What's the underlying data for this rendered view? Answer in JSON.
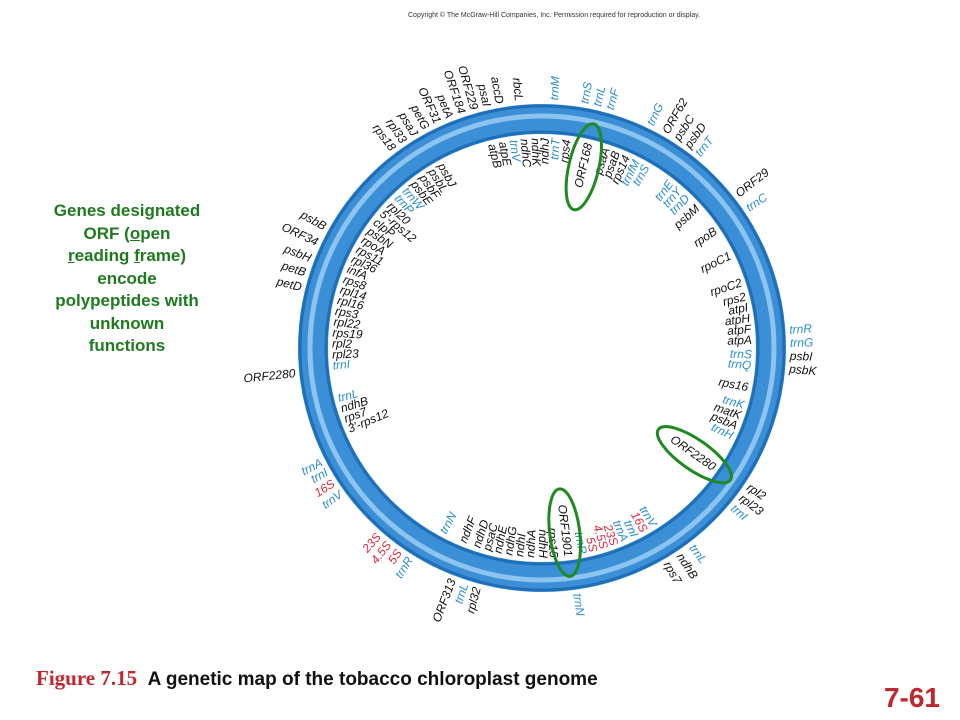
{
  "copyright": "Copyright © The McGraw-Hill Companies, Inc. Permission required for reproduction or display.",
  "callout": {
    "lines": [
      [
        {
          "t": "Genes designated"
        }
      ],
      [
        {
          "t": "ORF ("
        },
        {
          "t": "o",
          "u": true
        },
        {
          "t": "pen"
        }
      ],
      [
        {
          "t": "r",
          "u": true
        },
        {
          "t": "eading "
        },
        {
          "t": "f",
          "u": true
        },
        {
          "t": "rame)"
        }
      ],
      [
        {
          "t": "encode"
        }
      ],
      [
        {
          "t": "polypeptides with"
        }
      ],
      [
        {
          "t": "unknown"
        }
      ],
      [
        {
          "t": "functions"
        }
      ]
    ]
  },
  "colors": {
    "ring": "#3a8fd6",
    "ring_dark": "#1f6fb8",
    "ring_light": "#8cc4ef",
    "black": "#111111",
    "blue": "#2a8fd0",
    "red": "#e0283c",
    "green": "#1f8a1f"
  },
  "outer_genes": [
    {
      "label": "rbcL",
      "c": "black",
      "a": -95.5
    },
    {
      "label": "accD",
      "c": "black",
      "a": -100
    },
    {
      "label": "psaI",
      "c": "black",
      "a": -103
    },
    {
      "label": "ORF229",
      "c": "black",
      "a": -106
    },
    {
      "label": "ORF184",
      "c": "black",
      "a": -109
    },
    {
      "label": "petA",
      "c": "black",
      "a": -112
    },
    {
      "label": "ORF31",
      "c": "black",
      "a": -115
    },
    {
      "label": "petG",
      "c": "black",
      "a": -118
    },
    {
      "label": "psaJ",
      "c": "black",
      "a": -121
    },
    {
      "label": "rpl33",
      "c": "black",
      "a": -124
    },
    {
      "label": "rps18",
      "c": "black",
      "a": -127
    },
    {
      "label": "trnM",
      "c": "blue",
      "a": -87
    },
    {
      "label": "trnS",
      "c": "blue",
      "a": -80
    },
    {
      "label": "trnL",
      "c": "blue",
      "a": -77
    },
    {
      "label": "trnF",
      "c": "blue",
      "a": -74
    },
    {
      "label": "trnG",
      "c": "blue",
      "a": -64
    },
    {
      "label": "ORF62",
      "c": "black",
      "a": -60
    },
    {
      "label": "psbC",
      "c": "black",
      "a": -57
    },
    {
      "label": "psbD",
      "c": "black",
      "a": -54
    },
    {
      "label": "trnT",
      "c": "blue",
      "a": -51
    },
    {
      "label": "ORF29",
      "c": "black",
      "a": -38
    },
    {
      "label": "trnC",
      "c": "blue",
      "a": -34
    },
    {
      "label": "psbB",
      "c": "black",
      "a": -151
    },
    {
      "label": "ORF34",
      "c": "black",
      "a": -155
    },
    {
      "label": "psbH",
      "c": "black",
      "a": -159
    },
    {
      "label": "petB",
      "c": "black",
      "a": -162.5
    },
    {
      "label": "petD",
      "c": "black",
      "a": -166
    },
    {
      "label": "ORF2280",
      "c": "black",
      "a": -186
    },
    {
      "label": "trnR",
      "c": "blue",
      "a": -4
    },
    {
      "label": "trnG",
      "c": "blue",
      "a": -1
    },
    {
      "label": "psbI",
      "c": "black",
      "a": 2
    },
    {
      "label": "psbK",
      "c": "black",
      "a": 5
    },
    {
      "label": "rpl2",
      "c": "black",
      "a": 34
    },
    {
      "label": "rpl23",
      "c": "black",
      "a": 37
    },
    {
      "label": "trnI",
      "c": "blue",
      "a": 40
    },
    {
      "label": "trnL",
      "c": "blue",
      "a": 53
    },
    {
      "label": "ndhB",
      "c": "black",
      "a": 56.5
    },
    {
      "label": "rps7",
      "c": "black",
      "a": 60
    },
    {
      "label": "trnN",
      "c": "blue",
      "a": 82
    },
    {
      "label": "rpl32",
      "c": "black",
      "a": 105
    },
    {
      "label": "trnL",
      "c": "blue",
      "a": 108
    },
    {
      "label": "ORF313",
      "c": "black",
      "a": 111
    },
    {
      "label": "trnV",
      "c": "blue",
      "a": 144
    },
    {
      "label": "16S",
      "c": "red",
      "a": 147
    },
    {
      "label": "trnI",
      "c": "blue",
      "a": 150
    },
    {
      "label": "trnA",
      "c": "blue",
      "a": 152.5
    },
    {
      "label": "23S",
      "c": "red",
      "a": 131
    },
    {
      "label": "4.5S",
      "c": "red",
      "a": 128
    },
    {
      "label": "5S",
      "c": "red",
      "a": 125
    },
    {
      "label": "trnR",
      "c": "blue",
      "a": 122
    }
  ],
  "inner_genes": [
    {
      "label": "rps4",
      "c": "black",
      "a": -83
    },
    {
      "label": "trnT",
      "c": "blue",
      "a": -86
    },
    {
      "label": "ndhJ",
      "c": "black",
      "a": -89
    },
    {
      "label": "ndhK",
      "c": "black",
      "a": -92
    },
    {
      "label": "ndhC",
      "c": "black",
      "a": -95
    },
    {
      "label": "trnV",
      "c": "blue",
      "a": -98
    },
    {
      "label": "atpE",
      "c": "black",
      "a": -101
    },
    {
      "label": "atpB",
      "c": "black",
      "a": -104
    },
    {
      "label": "psaA",
      "c": "black",
      "a": -72
    },
    {
      "label": "psaB",
      "c": "black",
      "a": -69
    },
    {
      "label": "rps14",
      "c": "black",
      "a": -66
    },
    {
      "label": "trnfM",
      "c": "blue",
      "a": -63
    },
    {
      "label": "trnS",
      "c": "blue",
      "a": -60
    },
    {
      "label": "trnE",
      "c": "blue",
      "a": -52
    },
    {
      "label": "trnY",
      "c": "blue",
      "a": -49
    },
    {
      "label": "trnD",
      "c": "blue",
      "a": -46
    },
    {
      "label": "psbM",
      "c": "black",
      "a": -42
    },
    {
      "label": "rpoB",
      "c": "black",
      "a": -34
    },
    {
      "label": "rpoC1",
      "c": "black",
      "a": -26
    },
    {
      "label": "rpoC2",
      "c": "black",
      "a": -18
    },
    {
      "label": "rps2",
      "c": "black",
      "a": -14
    },
    {
      "label": "atpI",
      "c": "black",
      "a": -11
    },
    {
      "label": "atpH",
      "c": "black",
      "a": -8
    },
    {
      "label": "atpF",
      "c": "black",
      "a": -5
    },
    {
      "label": "atpA",
      "c": "black",
      "a": -2
    },
    {
      "label": "trnS",
      "c": "blue",
      "a": 2
    },
    {
      "label": "trnQ",
      "c": "blue",
      "a": 5
    },
    {
      "label": "rps16",
      "c": "black",
      "a": 11
    },
    {
      "label": "trnK",
      "c": "blue",
      "a": 16
    },
    {
      "label": "matK",
      "c": "black",
      "a": 19
    },
    {
      "label": "psbA",
      "c": "black",
      "a": 22
    },
    {
      "label": "trnH",
      "c": "blue",
      "a": 25
    },
    {
      "label": "psbJ",
      "c": "black",
      "a": -119
    },
    {
      "label": "psbL",
      "c": "black",
      "a": -122
    },
    {
      "label": "psbF",
      "c": "black",
      "a": -125
    },
    {
      "label": "psbE",
      "c": "black",
      "a": -128
    },
    {
      "label": "trnW",
      "c": "blue",
      "a": -131
    },
    {
      "label": "trnP",
      "c": "blue",
      "a": -134
    },
    {
      "label": "rpl20",
      "c": "black",
      "a": -137
    },
    {
      "label": "5'-rps12",
      "c": "black",
      "a": -140
    },
    {
      "label": "clpP",
      "c": "black",
      "a": -143
    },
    {
      "label": "psbN",
      "c": "black",
      "a": -146
    },
    {
      "label": "rpoA",
      "c": "black",
      "a": -149
    },
    {
      "label": "rps11",
      "c": "black",
      "a": -152
    },
    {
      "label": "rpl36",
      "c": "black",
      "a": -155
    },
    {
      "label": "infA",
      "c": "black",
      "a": -158
    },
    {
      "label": "rps8",
      "c": "black",
      "a": -161
    },
    {
      "label": "rpl14",
      "c": "black",
      "a": -164
    },
    {
      "label": "rpl16",
      "c": "black",
      "a": -167
    },
    {
      "label": "rps3",
      "c": "black",
      "a": -170
    },
    {
      "label": "rpl22",
      "c": "black",
      "a": -173
    },
    {
      "label": "rps19",
      "c": "black",
      "a": -176
    },
    {
      "label": "rpl2",
      "c": "black",
      "a": -179
    },
    {
      "label": "rpl23",
      "c": "black",
      "a": 178
    },
    {
      "label": "trnI",
      "c": "blue",
      "a": 175
    },
    {
      "label": "trnL",
      "c": "blue",
      "a": 166
    },
    {
      "label": "ndhB",
      "c": "black",
      "a": 163
    },
    {
      "label": "rps7",
      "c": "black",
      "a": 160
    },
    {
      "label": "3'-rps12",
      "c": "black",
      "a": 157
    },
    {
      "label": "trnN",
      "c": "blue",
      "a": 118
    },
    {
      "label": "ndhF",
      "c": "black",
      "a": 112
    },
    {
      "label": "ndhD",
      "c": "black",
      "a": 108
    },
    {
      "label": "psaC",
      "c": "black",
      "a": 105
    },
    {
      "label": "ndhE",
      "c": "black",
      "a": 102
    },
    {
      "label": "ndhG",
      "c": "black",
      "a": 99
    },
    {
      "label": "ndhI",
      "c": "black",
      "a": 96
    },
    {
      "label": "ndhA",
      "c": "black",
      "a": 93
    },
    {
      "label": "ndhH",
      "c": "black",
      "a": 90
    },
    {
      "label": "rps15",
      "c": "black",
      "a": 87
    },
    {
      "label": "ORF1901",
      "c": "black",
      "a": 83
    },
    {
      "label": "trnR",
      "c": "blue",
      "a": 79
    },
    {
      "label": "5S",
      "c": "red",
      "a": 76
    },
    {
      "label": "4.5S",
      "c": "red",
      "a": 73
    },
    {
      "label": "23S",
      "c": "red",
      "a": 70
    },
    {
      "label": "trnA",
      "c": "blue",
      "a": 67
    },
    {
      "label": "trnI",
      "c": "blue",
      "a": 64
    },
    {
      "label": "16S",
      "c": "red",
      "a": 61
    },
    {
      "label": "trnV",
      "c": "blue",
      "a": 58
    },
    {
      "label": "ORF168",
      "c": "black",
      "a": -77
    },
    {
      "label": "ORF2280",
      "c": "black",
      "a": 35
    }
  ],
  "highlights": [
    {
      "name": "orf168-highlight",
      "a": -77
    },
    {
      "name": "orf2280-highlight",
      "a": 35
    },
    {
      "name": "orf1901-highlight",
      "a": 83
    }
  ],
  "caption": {
    "figure_label": "Figure 7.15",
    "text": "A genetic map of the tobacco chloroplast genome"
  },
  "slide_number": "7-61"
}
